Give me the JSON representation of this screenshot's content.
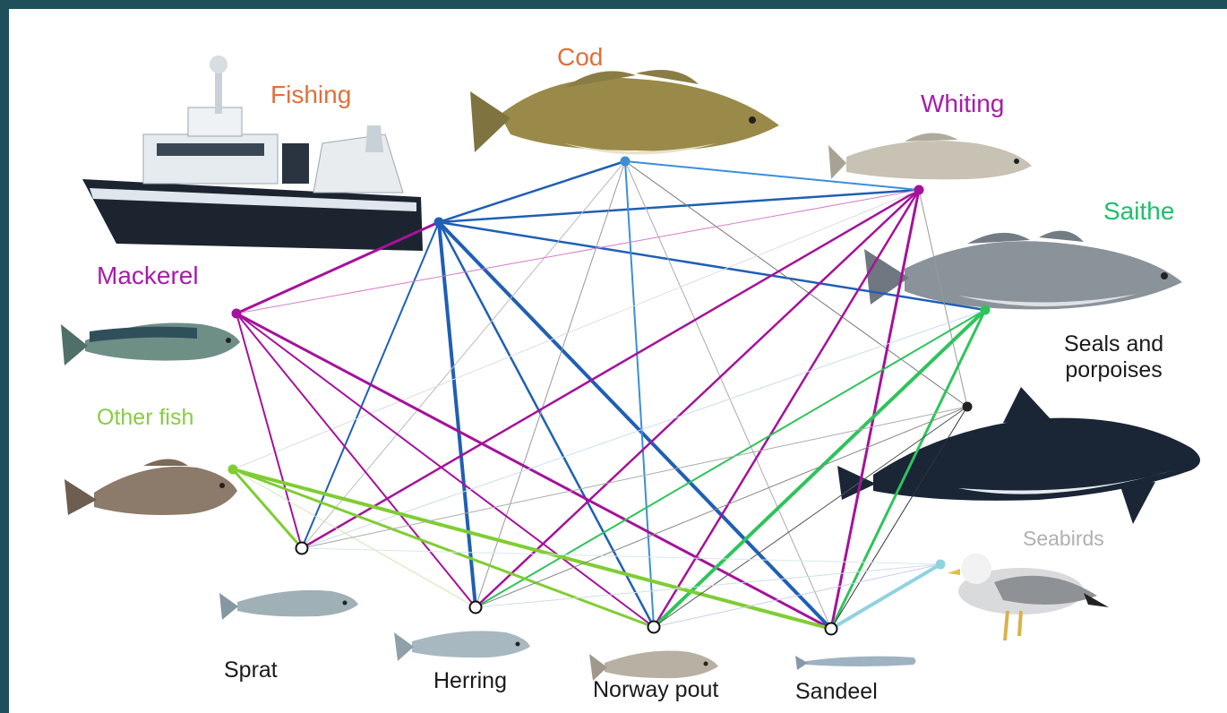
{
  "labels": {
    "fishing": "Fishing",
    "cod": "Cod",
    "whiting": "Whiting",
    "saithe": "Saithe",
    "mackerel": "Mackerel",
    "seals_line1": "Seals and",
    "seals_line2": "porpoises",
    "other_fish": "Other fish",
    "seabirds": "Seabirds",
    "sprat": "Sprat",
    "herring": "Herring",
    "norway_pout": "Norway pout",
    "sandeel": "Sandeel"
  },
  "colors": {
    "frame": "#1f4f5a",
    "fishing": "#1f5fb4",
    "cod": "#3a8fd8",
    "whiting": "#a5129a",
    "saithe": "#2ec45a",
    "mackerel": "#a5129a",
    "other_fish": "#7fcd33",
    "seabirds": "#8fd3e0",
    "seals": "#222222",
    "label_orange": "#e0703a",
    "label_magenta": "#a81ba8",
    "label_green": "#1fbf6a",
    "label_lightgreen": "#88cc44",
    "label_gray": "#b0b0b0",
    "label_dark": "#1a1a1a"
  },
  "icons": [
    "fishing-vessel-icon",
    "cod-icon",
    "whiting-icon",
    "saithe-icon",
    "mackerel-icon",
    "porpoise-icon",
    "other-fish-icon",
    "seagull-icon",
    "sprat-icon",
    "herring-icon",
    "norway-pout-icon",
    "sandeel-icon"
  ]
}
